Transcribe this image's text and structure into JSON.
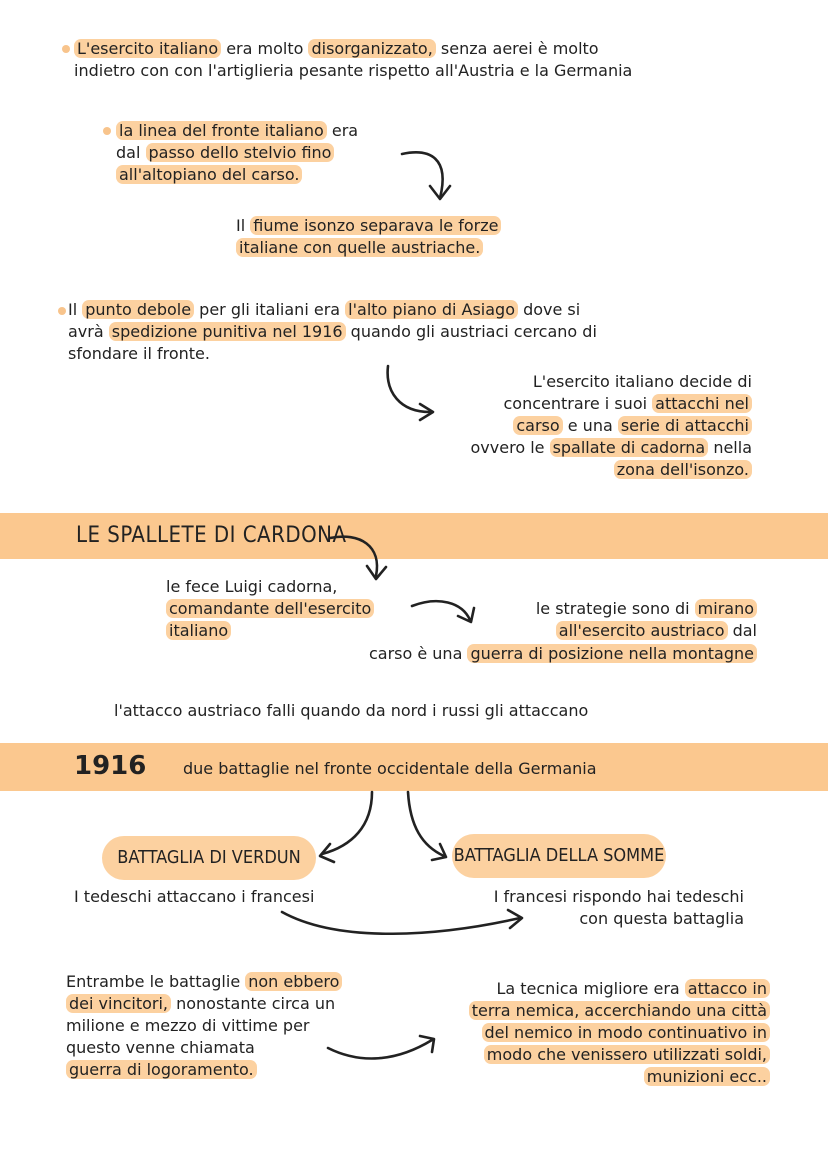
{
  "section1": {
    "p1": [
      [
        "",
        "L'esercito italiano",
        " era molto ",
        "disorganizzato,",
        " senza aerei è molto"
      ],
      [
        "indietro con con l'artiglieria pesante rispetto all'Austria e la Germania"
      ]
    ],
    "p2": [
      [
        "",
        "la linea del fronte italiano",
        " era"
      ],
      [
        "dal ",
        "passo dello stelvio fino"
      ],
      [
        "",
        "all'altopiano del carso."
      ]
    ],
    "p3": [
      [
        "Il ",
        "fiume isonzo separava le forze"
      ],
      [
        "",
        "italiane con quelle austriache."
      ]
    ],
    "p4": [
      [
        "Il ",
        "punto debole",
        " per gli italiani era ",
        "l'alto piano di Asiago",
        " dove si"
      ],
      [
        "avrà ",
        "spedizione punitiva nel 1916",
        " quando gli austriaci cercano di"
      ],
      [
        "sfondare il fronte."
      ]
    ],
    "p5": [
      [
        "L'esercito italiano decide di"
      ],
      [
        "concentrare i suoi ",
        "attacchi nel"
      ],
      [
        "",
        "carso",
        " e una ",
        "serie di attacchi"
      ],
      [
        "ovvero le ",
        "spallate di cadorna",
        " nella"
      ],
      [
        "",
        "zona dell'isonzo."
      ]
    ]
  },
  "band1": {
    "title": "LE SPALLETE DI CARDONA"
  },
  "section2": {
    "p1": [
      [
        "le fece Luigi cadorna,"
      ],
      [
        "",
        "comandante dell'esercito"
      ],
      [
        "",
        "italiano"
      ]
    ],
    "p2": [
      [
        "le strategie sono di ",
        "mirano"
      ],
      [
        "",
        "all'esercito austriaco",
        " dal"
      ]
    ],
    "p3": [
      [
        "carso è una ",
        "guerra di posizione nella montagne"
      ]
    ],
    "p4": [
      [
        "l'attacco austriaco falli quando da nord i russi gli attaccano"
      ]
    ]
  },
  "band2": {
    "year": "1916",
    "title": "due battaglie nel fronte occidentale della Germania"
  },
  "section3": {
    "verdun": "BATTAGLIA DI VERDUN",
    "somme": "BATTAGLIA DELLA SOMME",
    "verdun_text": "I tedeschi attaccano i francesi",
    "somme_text": [
      [
        "I francesi rispondo hai tedeschi"
      ],
      [
        "con questa battaglia"
      ]
    ],
    "left_text": [
      [
        "Entrambe le battaglie ",
        "non ebbero"
      ],
      [
        "",
        "dei vincitori,",
        " nonostante circa un"
      ],
      [
        "milione e mezzo di vittime per"
      ],
      [
        "questo venne chiamata"
      ],
      [
        "",
        "guerra di logoramento."
      ]
    ],
    "right_text": [
      [
        "La tecnica migliore era ",
        "attacco in"
      ],
      [
        "",
        "terra nemica, accerchiando una città"
      ],
      [
        "",
        "del nemico in modo continuativo in"
      ],
      [
        "",
        "modo che venissero utilizzati soldi,"
      ],
      [
        "",
        "munizioni ecc.."
      ]
    ]
  },
  "colors": {
    "highlight": "#fcd1a0",
    "band": "#fbc88f",
    "ink": "#222222"
  }
}
